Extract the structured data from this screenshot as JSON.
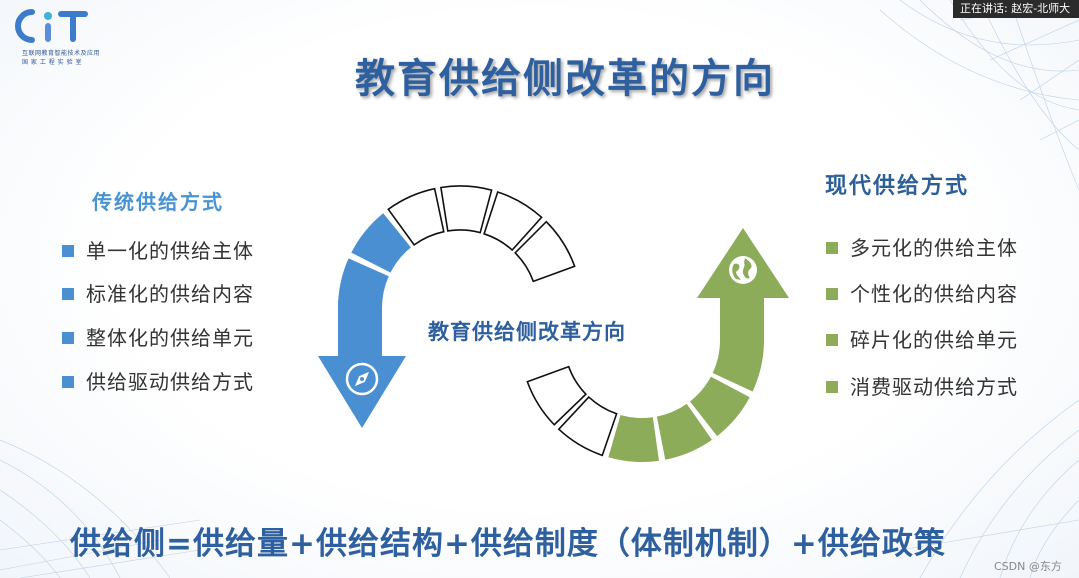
{
  "logo": {
    "letters": "CIT",
    "line1": "互联网教育智能技术及应用",
    "line2": "国 家 工 程 实 验 室"
  },
  "speaker_banner": "正在讲话: 赵宏-北师大",
  "title": "教育供给侧改革的方向",
  "left": {
    "heading": "传统供给方式",
    "items": [
      "单一化的供给主体",
      "标准化的供给内容",
      "整体化的供给单元",
      "供给驱动供给方式"
    ]
  },
  "right": {
    "heading": "现代供给方式",
    "items": [
      "多元化的供给主体",
      "个性化的供给内容",
      "碎片化的供给单元",
      "消费驱动供给方式"
    ]
  },
  "center_label": "教育供给侧改革方向",
  "formula": "供给侧=供给量+供给结构+供给制度（体制机制）+供给政策",
  "watermark": "CSDN @东方",
  "icons": {
    "down_arrow": "compass-icon",
    "up_arrow": "globe-icon"
  },
  "colors": {
    "blue_accent": "#4a8fd1",
    "green_accent": "#8cac5a",
    "title_blue": "#2e5f9e"
  }
}
